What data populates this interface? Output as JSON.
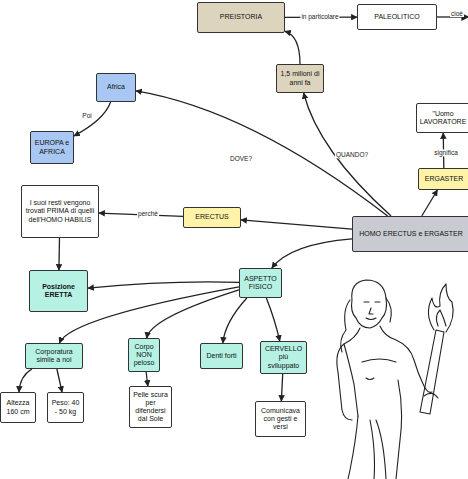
{
  "diagram": {
    "nodes": [
      {
        "text": [
          "PREISTORIA"
        ]
      },
      {
        "text": [
          "PALEOLITICO"
        ]
      },
      {
        "text": [
          "Africa"
        ]
      },
      {
        "text": [
          "1,5 milioni di anni fa"
        ]
      },
      {
        "text": [
          "\"Uomo LAVORATORE"
        ]
      },
      {
        "text": [
          "EUROPA e AFRICA"
        ]
      },
      {
        "text": [
          "ERGASTER"
        ]
      },
      {
        "text": [
          "I suoi resti vengono trovati PRIMA di quelli dell'HOMO HABILIS"
        ]
      },
      {
        "text": [
          "ERECTUS"
        ]
      },
      {
        "text": [
          "HOMO ERECTUS e ERGASTER"
        ]
      },
      {
        "text": [
          "Posizione ERETTA"
        ]
      },
      {
        "text": [
          "ASPETTO FISICO"
        ]
      },
      {
        "text": [
          "Corporatura simile a noi"
        ]
      },
      {
        "text": [
          "Corpo NON peloso"
        ]
      },
      {
        "text": [
          "Denti forti"
        ]
      },
      {
        "text": [
          "CERVELLO più sviluppato"
        ]
      },
      {
        "text": [
          "Altezza 160 cm"
        ]
      },
      {
        "text": [
          "Peso: 40 - 50 kg"
        ]
      },
      {
        "text": [
          "Pelle scura per difendersi dal Sole"
        ]
      },
      {
        "text": [
          "Comunicava con gesti e versi"
        ]
      }
    ],
    "edges": [
      {
        "from": 0,
        "to": 1,
        "label": "in particolare",
        "arrow": "to"
      },
      {
        "from": 3,
        "to": 0,
        "arrow": "to"
      },
      {
        "from": 9,
        "to": 3,
        "label": "QUANDO?",
        "arrow": "to"
      },
      {
        "from": 9,
        "to": 2,
        "label": "DOVE?",
        "arrow": "to"
      },
      {
        "from": 2,
        "to": 5,
        "label": "Poi",
        "arrow": "to"
      },
      {
        "from": 9,
        "to": 8,
        "arrow": "to"
      },
      {
        "from": 8,
        "to": 7,
        "label": "perchè",
        "arrow": "to"
      },
      {
        "from": 7,
        "to": 10,
        "arrow": "to"
      },
      {
        "from": 9,
        "to": 6,
        "arrow": "to"
      },
      {
        "from": 6,
        "to": 4,
        "label": "significa",
        "arrow": "to"
      },
      {
        "from": 9,
        "to": 11,
        "arrow": "to"
      },
      {
        "from": 11,
        "to": 10,
        "arrow": "to"
      },
      {
        "from": 11,
        "to": 12,
        "arrow": "to"
      },
      {
        "from": 11,
        "to": 13,
        "arrow": "to"
      },
      {
        "from": 11,
        "to": 14,
        "arrow": "to"
      },
      {
        "from": 11,
        "to": 15,
        "arrow": "to"
      },
      {
        "from": 12,
        "to": 16,
        "arrow": "to"
      },
      {
        "from": 12,
        "to": 17,
        "arrow": "to"
      },
      {
        "from": 13,
        "to": 18,
        "arrow": "to"
      },
      {
        "from": 15,
        "to": 19,
        "arrow": "to"
      }
    ],
    "labels": [
      "cioè"
    ]
  }
}
